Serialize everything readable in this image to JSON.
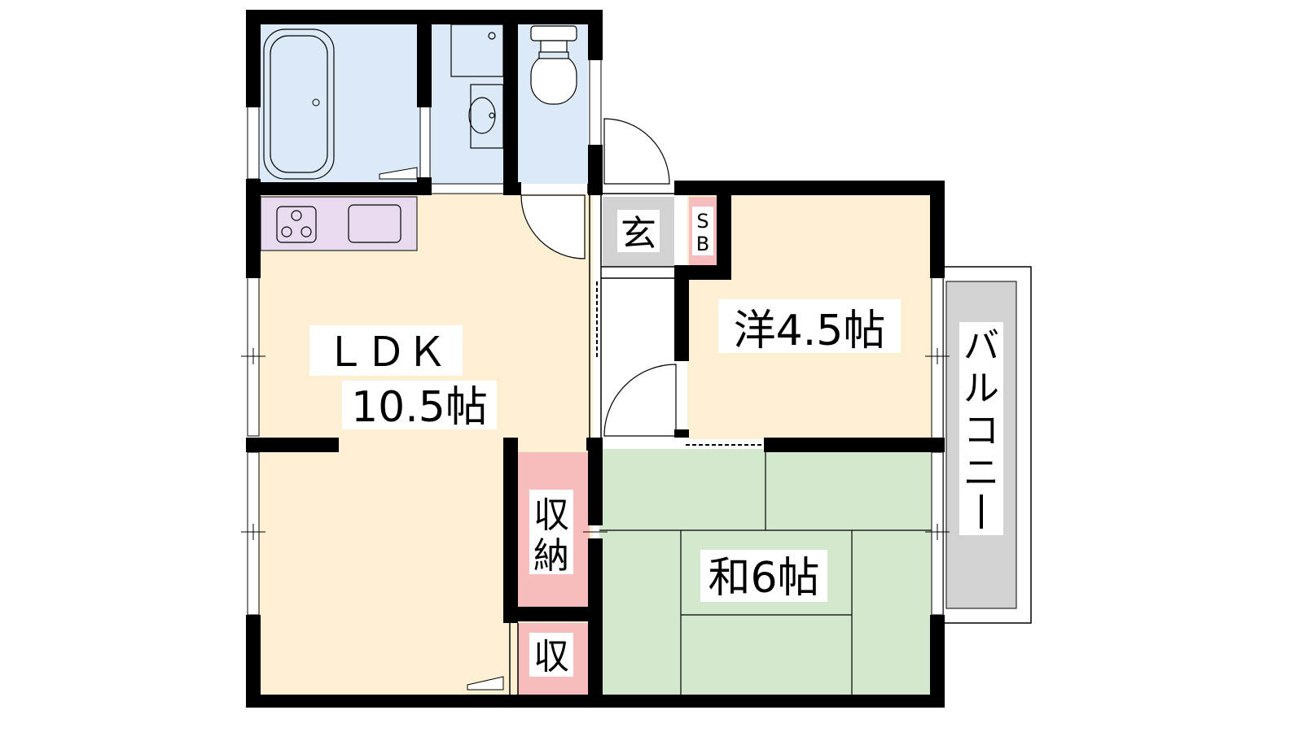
{
  "rooms": {
    "ldk_name": "ＬＤＫ",
    "ldk_size": "10.5帖",
    "western_size": "洋4.5帖",
    "japanese_size": "和6帖",
    "entrance": "玄",
    "shoe_box_1": "S",
    "shoe_box_2": "B",
    "storage_1": "収",
    "storage_2": "納",
    "storage_small": "収",
    "balcony": [
      "バ",
      "ル",
      "コ",
      "ニ",
      "ー"
    ]
  },
  "colors": {
    "ldk": "#fdf0d2",
    "western": "#fdf0d2",
    "japanese": "#d3e8cc",
    "wet_area": "#dceaf7",
    "kitchen": "#e8dbef",
    "storage": "#f7bcbc",
    "entrance": "#d2d2d2",
    "balcony": "#d2d2d2",
    "wall": "#000000"
  }
}
